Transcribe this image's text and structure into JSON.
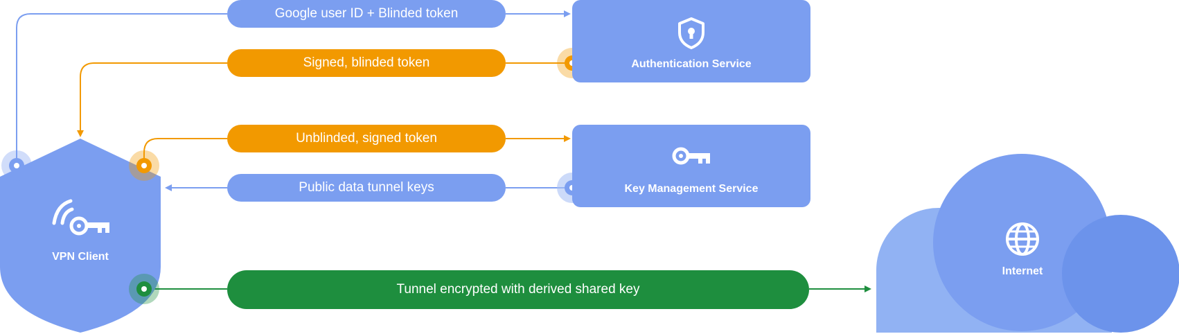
{
  "nodes": {
    "vpn_client": "VPN Client",
    "auth_service": "Authentication Service",
    "key_service": "Key Management Service",
    "internet": "Internet"
  },
  "messages": {
    "user_id_token": "Google user ID + Blinded token",
    "signed_blinded": "Signed, blinded token",
    "unblinded_signed": "Unblinded, signed token",
    "public_keys": "Public data tunnel keys",
    "tunnel": "Tunnel encrypted with derived shared key"
  },
  "icons": {
    "auth": "shield-lock-icon",
    "key": "key-icon",
    "vpn": "wireless-key-icon",
    "internet": "globe-icon"
  },
  "colors": {
    "blue": "#7b9ef0",
    "blue_light": "#aac1f5",
    "orange": "#f29900",
    "green": "#1e8e3e",
    "cloud_left": "#91b2f3",
    "cloud_right": "#6c93eb"
  }
}
